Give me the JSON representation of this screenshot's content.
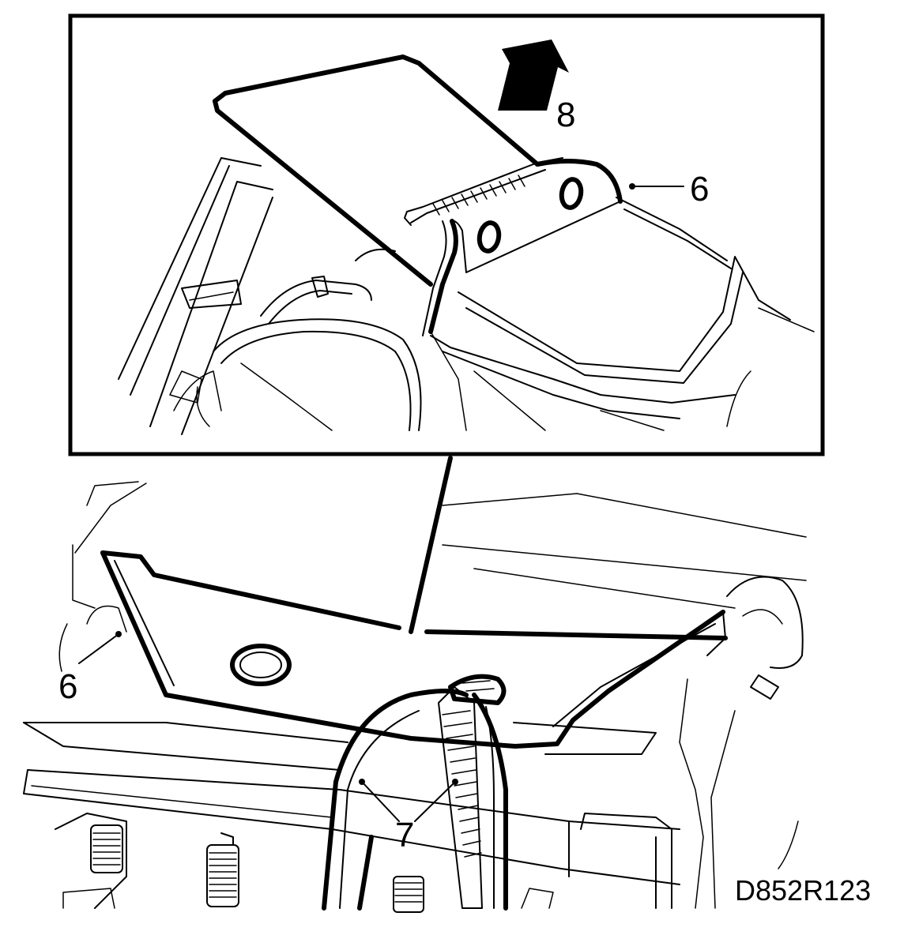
{
  "callouts": {
    "label_8": "8",
    "label_6_top": "6",
    "label_6_bottom": "6",
    "label_7": "7"
  },
  "figure_code": "D852R123"
}
